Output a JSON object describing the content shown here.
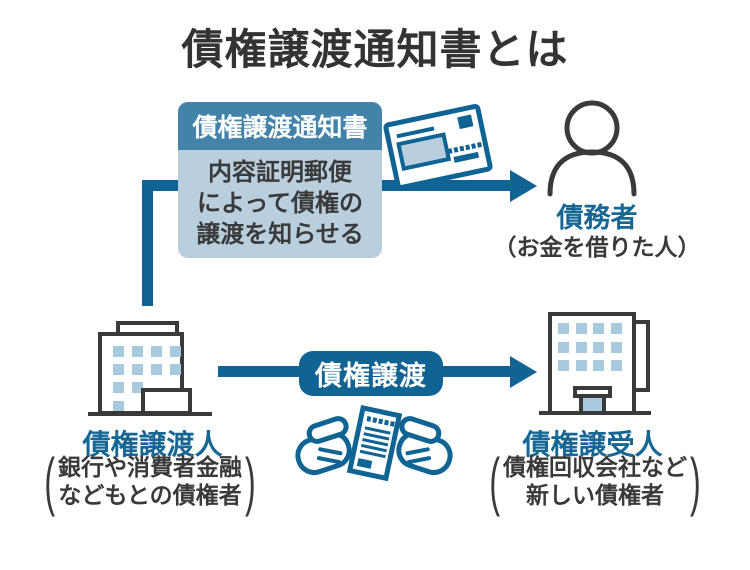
{
  "title": "債権譲渡通知書とは",
  "notice_box": {
    "header": "債権譲渡通知書",
    "line1": "内容証明郵便",
    "line2": "によって債権の",
    "line3": "譲渡を知らせる"
  },
  "flow": {
    "transfer_label": "債権譲渡"
  },
  "debtor": {
    "name": "債務者",
    "description": "（お金を借りた人）"
  },
  "assignor": {
    "name": "債権譲渡人",
    "desc_line1": "銀行や消費者金融",
    "desc_line2": "などもとの債権者"
  },
  "assignee": {
    "name": "債権譲受人",
    "desc_line1": "債権回収会社など",
    "desc_line2": "新しい債権者"
  },
  "punct": {
    "open": "(",
    "close": ")"
  },
  "icons": {
    "envelope": "certified-mail-envelope-icon",
    "person": "debtor-person-icon",
    "building_left": "assignor-building-icon",
    "building_right": "assignee-building-icon",
    "handshake": "handshake-document-icon"
  },
  "colors": {
    "deep_blue": "#0f6494",
    "header_blue": "#4383aa",
    "light_blue": "#b9cfdd",
    "window_blue": "#a8cade",
    "label_blue": "#166793",
    "dark_gray": "#3a3a3a",
    "title_gray": "#333333"
  }
}
